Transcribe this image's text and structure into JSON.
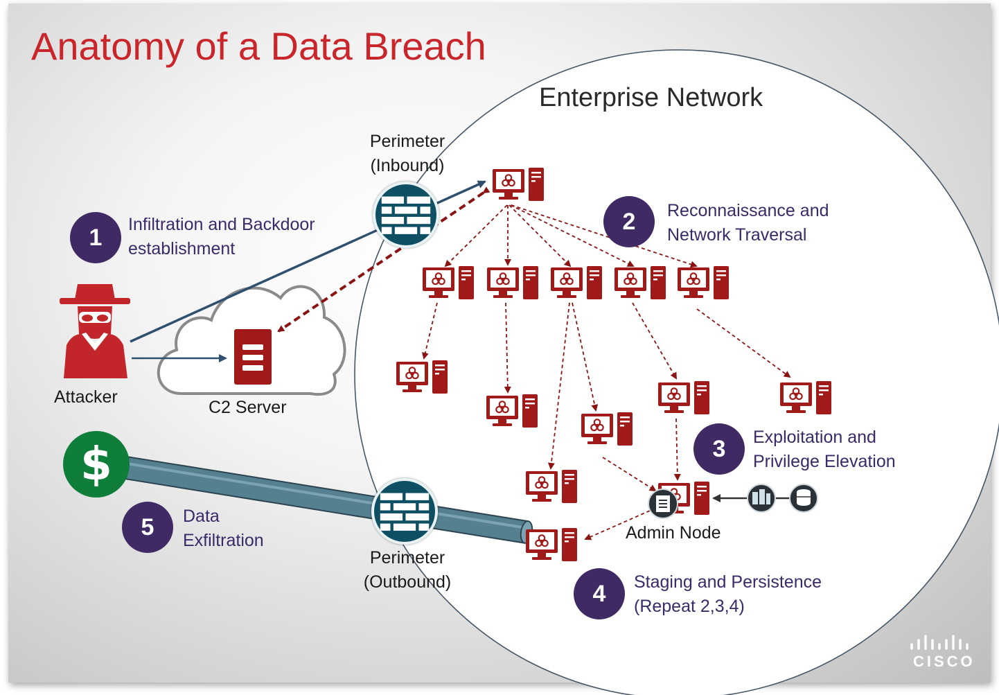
{
  "title": "Anatomy of a Data Breach",
  "network_label": "Enterprise Network",
  "perimeter_inbound": [
    "Perimeter",
    "(Inbound)"
  ],
  "perimeter_outbound": [
    "Perimeter",
    "(Outbound)"
  ],
  "attacker_label": "Attacker",
  "c2_label": "C2 Server",
  "admin_node_label": "Admin Node",
  "steps": [
    {
      "number": "1",
      "lines": [
        "Infiltration and  Backdoor",
        "establishment"
      ]
    },
    {
      "number": "2",
      "lines": [
        "Reconnaissance and",
        "Network Traversal"
      ]
    },
    {
      "number": "3",
      "lines": [
        "Exploitation and",
        "Privilege Elevation"
      ]
    },
    {
      "number": "4",
      "lines": [
        "Staging and  Persistence",
        "(Repeat 2,3,4)"
      ]
    },
    {
      "number": "5",
      "lines": [
        "Data",
        "Exfiltration"
      ]
    }
  ],
  "dollar_symbol": "$",
  "brand": "CISCO",
  "colors": {
    "title": "#c9262c",
    "step_circle": "#3f2a64",
    "step_text": "#3a2a68",
    "infected_host": "#a01a1a",
    "firewall": "#0f4f64",
    "dollar": "#0e7e3a",
    "exfil_pipe": "#4f7786",
    "attack_line": "#2f4f6e"
  },
  "icons": [
    "hacker-icon",
    "cloud-icon",
    "server-icon",
    "firewall-icon",
    "infected-computer-icon",
    "dollar-icon",
    "database-icon",
    "document-icon",
    "cisco-logo"
  ]
}
